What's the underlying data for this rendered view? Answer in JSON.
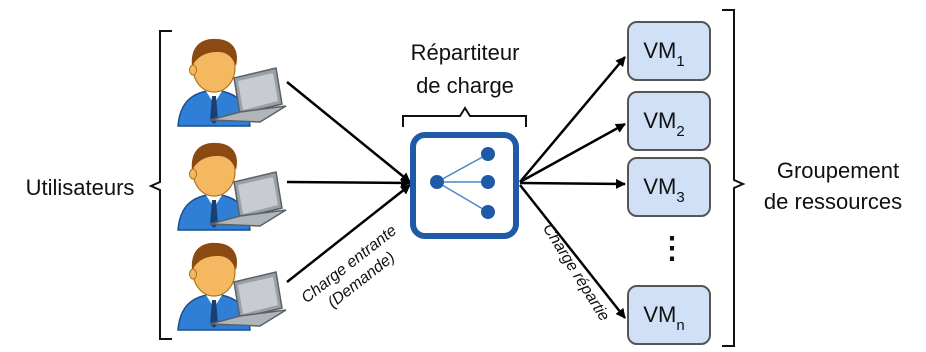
{
  "users": {
    "label": "Utilisateurs",
    "items": [
      {
        "icon": "user-laptop-icon"
      },
      {
        "icon": "user-laptop-icon"
      },
      {
        "icon": "user-laptop-icon"
      }
    ]
  },
  "balancer": {
    "label_line1": "Répartiteur",
    "label_line2": "de charge",
    "icon": "load-balancer-icon"
  },
  "incoming": {
    "line1": "Charge entrante",
    "line2": "(Demande)"
  },
  "distributed": {
    "label": "Charge répartie"
  },
  "pool": {
    "label_line1": "Groupement",
    "label_line2": "de ressources",
    "ellipsis": "⋮",
    "vms": [
      {
        "base": "VM",
        "sub": "1"
      },
      {
        "base": "VM",
        "sub": "2"
      },
      {
        "base": "VM",
        "sub": "3"
      },
      {
        "base": "VM",
        "sub": "n"
      }
    ]
  },
  "colors": {
    "box_fill": "#cfe0f7",
    "box_stroke": "#555555",
    "balancer_stroke": "#1f5aa6",
    "node": "#1f5aa6",
    "skin": "#f4b860",
    "hair": "#8a4a12",
    "shirt": "#2f7fd6",
    "laptop": "#9aa0a6"
  }
}
